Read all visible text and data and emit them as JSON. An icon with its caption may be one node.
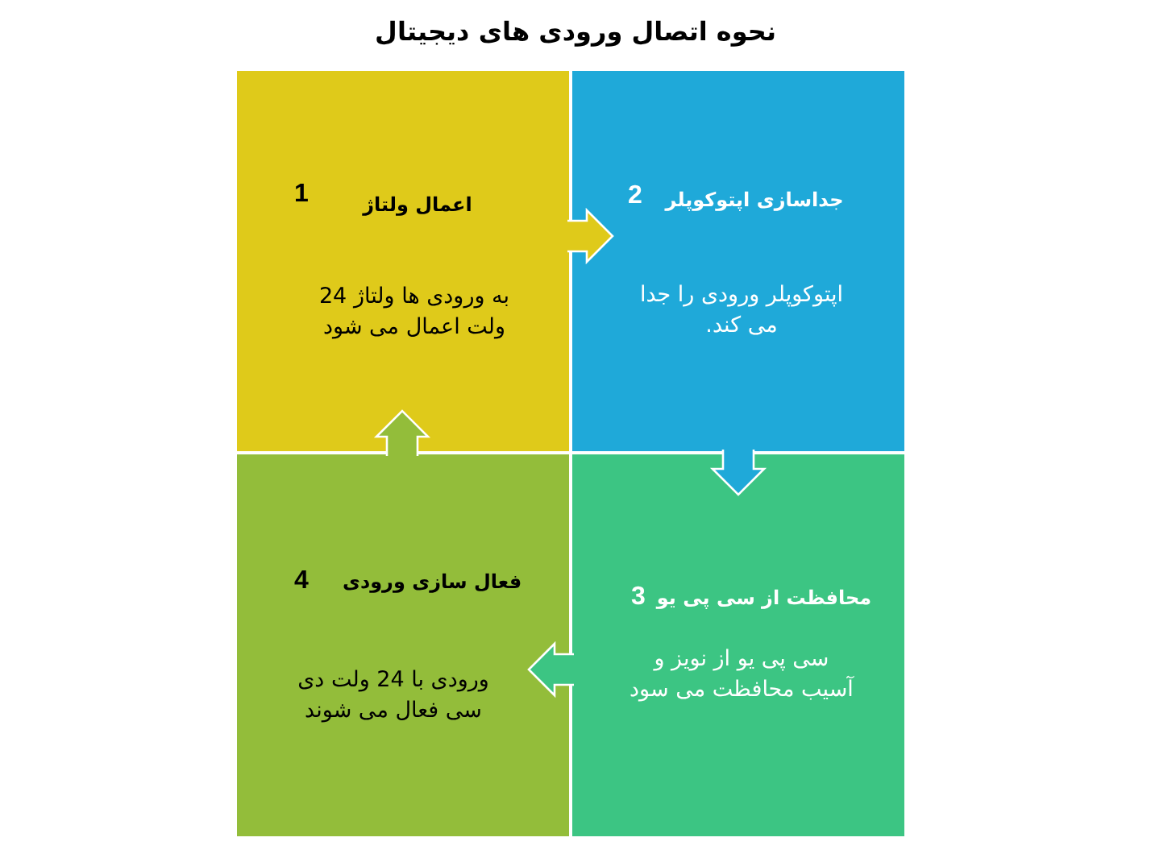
{
  "diagram": {
    "title": "نحوه اتصال ورودی های دیجیتال",
    "nodes": [
      {
        "text": [
          "اعمال ولتاژ",
          "1",
          "به ورودی ها ولتاژ 24 ولت اعمال می شود"
        ]
      },
      {
        "text": [
          "جداسازی اپتوکوپلر",
          "2",
          "اپتوکوپلر ورودی را جدا می کند."
        ]
      },
      {
        "text": [
          "محافظت از سی پی یو",
          "3",
          "سی پی یو از نویز و آسیب محافظت می سود"
        ]
      },
      {
        "text": [
          "فعال سازی ورودی",
          "4",
          "ورودی با 24 ولت دی سی فعال می شوند"
        ]
      }
    ],
    "edges": [
      {
        "from": 0,
        "to": 1,
        "arrow": "to",
        "color": "#dfca1a"
      },
      {
        "from": 1,
        "to": 2,
        "arrow": "to",
        "color": "#1fa9d9"
      },
      {
        "from": 2,
        "to": 3,
        "arrow": "to",
        "color": "#3cc583"
      },
      {
        "from": 3,
        "to": 0,
        "arrow": "to",
        "color": "#93bd3a"
      }
    ]
  }
}
